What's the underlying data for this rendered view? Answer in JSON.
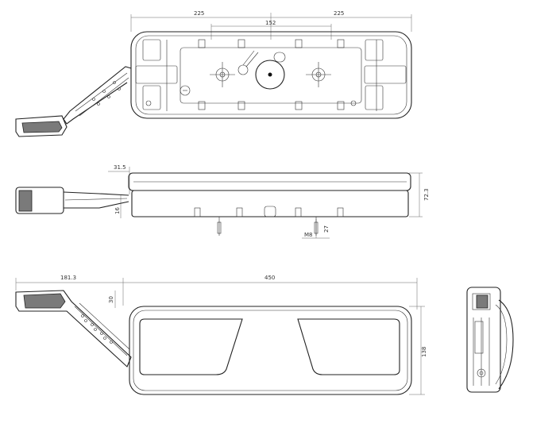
{
  "top_view": {
    "dim_left": "225",
    "dim_right": "225",
    "dim_center": "152"
  },
  "side_view": {
    "dim_offset": "31.5",
    "dim_vertical": "16",
    "dim_height": "72.3",
    "dim_pin": "27",
    "thread_label": "M8"
  },
  "front_view": {
    "dim_arm": "181.3",
    "dim_body": "450",
    "dim_angle": "30",
    "dim_height": "138"
  }
}
